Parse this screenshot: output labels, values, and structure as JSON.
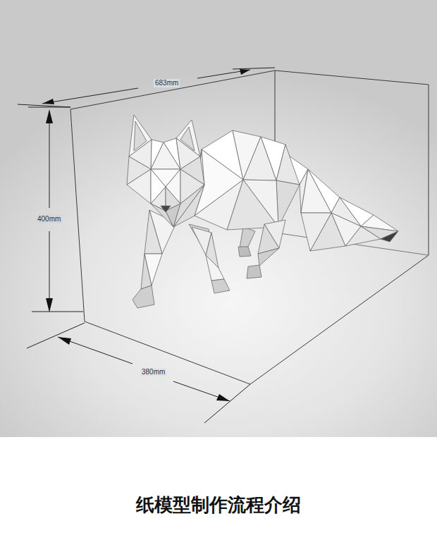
{
  "diagram": {
    "title": "纸模型制作流程介绍",
    "labels": [
      "683mm",
      "400mm",
      "380mm"
    ]
  }
}
